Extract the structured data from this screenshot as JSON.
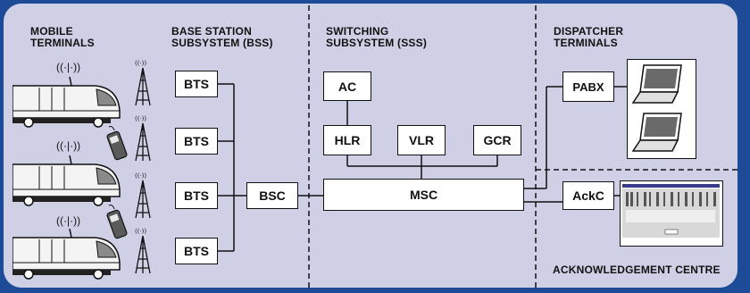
{
  "sections": {
    "mobile_terminals": [
      "MOBILE",
      "TERMINALS"
    ],
    "bss": [
      "BASE STATION",
      "SUBSYSTEM (BSS)"
    ],
    "sss": [
      "SWITCHING",
      "SUBSYSTEM (SSS)"
    ],
    "dispatcher": [
      "DISPATCHER",
      "TERMINALS"
    ],
    "ack_centre": "ACKNOWLEDGEMENT CENTRE"
  },
  "nodes": {
    "bts1": "BTS",
    "bts2": "BTS",
    "bts3": "BTS",
    "bts4": "BTS",
    "bsc": "BSC",
    "ac": "AC",
    "hlr": "HLR",
    "vlr": "VLR",
    "gcr": "GCR",
    "msc": "MSC",
    "pabx": "PABX",
    "ackc": "AckC"
  },
  "radio_icon": "((·|·))",
  "colors": {
    "frame": "#1e4b97",
    "panel": "#cfd0e6",
    "box_fill": "#ffffff",
    "line": "#111111"
  },
  "icons": [
    "train-icon",
    "radio-tower-icon",
    "mobile-phone-icon",
    "laptop-icon",
    "screen-grid-icon",
    "radio-waves-icon"
  ]
}
